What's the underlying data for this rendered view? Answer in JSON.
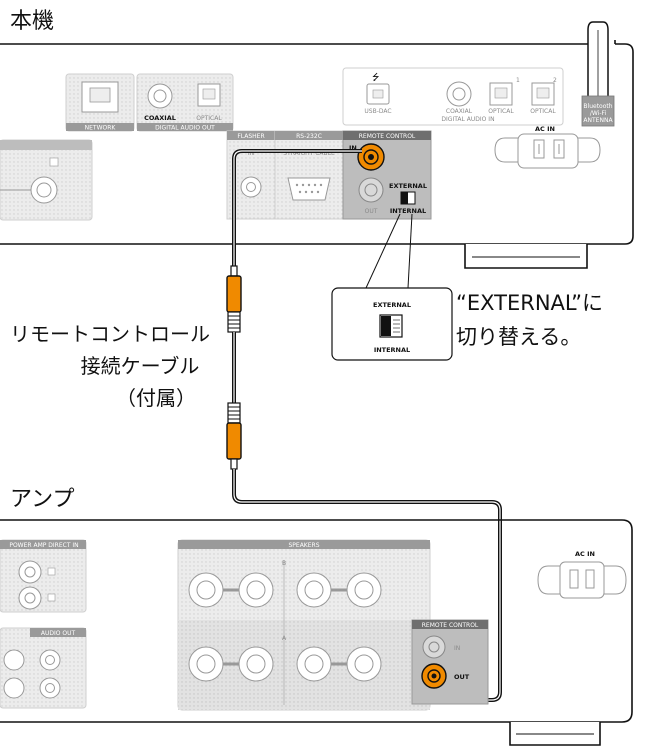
{
  "labels": {
    "main_unit": "本機",
    "amplifier": "アンプ",
    "cable_line1": "リモートコントロール",
    "cable_line2": "接続ケーブル",
    "cable_line3": "（付属）",
    "instruction_line1": "“EXTERNAL”に",
    "instruction_line2": "切り替える。"
  },
  "main_unit_panel": {
    "network": "NETWORK",
    "coaxial": "COAXIAL",
    "optical": "OPTICAL",
    "digital_audio_out": "DIGITAL AUDIO OUT",
    "flasher": "FLASHER",
    "flasher_in": "IN",
    "rs232c": "RS-232C",
    "straight_cable": "STRAIGHT CABLE",
    "remote_control": "REMOTE CONTROL",
    "rc_in": "IN",
    "rc_out": "OUT",
    "external": "EXTERNAL",
    "internal": "INTERNAL",
    "usb_dac": "USB-DAC",
    "coaxial_in": "COAXIAL",
    "optical_1": "OPTICAL",
    "optical_2": "OPTICAL",
    "optical_1_num": "1",
    "optical_2_num": "2",
    "digital_audio_in": "DIGITAL AUDIO IN",
    "ac_in": "AC IN",
    "bluetooth_line1": "Bluetooth",
    "bluetooth_line2": "/Wi-Fi",
    "bluetooth_line3": "ANTENNA"
  },
  "callout": {
    "external": "EXTERNAL",
    "internal": "INTERNAL"
  },
  "amplifier_panel": {
    "power_amp_direct_in": "POWER AMP DIRECT IN",
    "speakers": "SPEAKERS",
    "speaker_a": "A",
    "speaker_b": "B",
    "remote_control": "REMOTE CONTROL",
    "rc_in": "IN",
    "rc_out": "OUT",
    "ac_in": "AC IN",
    "audio_out": "AUDIO OUT"
  },
  "colors": {
    "connector_orange": "#f08a00",
    "panel_gray": "#e8e8e8",
    "remote_panel_gray": "#bdbdbd",
    "label_bar_gray": "#9a9a9a",
    "cable_black": "#111111"
  }
}
